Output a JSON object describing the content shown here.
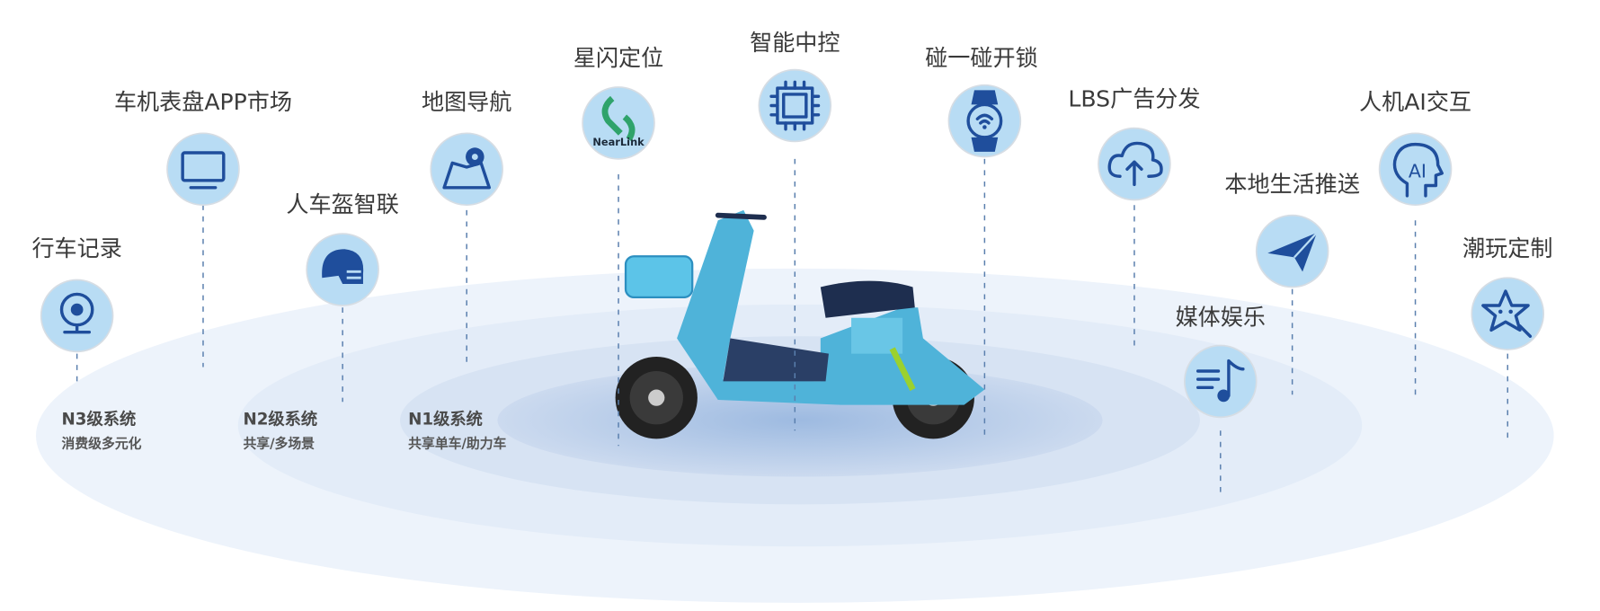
{
  "features": [
    {
      "label": "行车记录",
      "icon": "webcam-icon"
    },
    {
      "label": "车机表盘APP市场",
      "icon": "monitor-icon"
    },
    {
      "label": "人车盔智联",
      "icon": "helmet-icon"
    },
    {
      "label": "地图导航",
      "icon": "map-pin-icon"
    },
    {
      "label": "星闪定位",
      "icon": "nearlink-icon",
      "icon_text": "NearLink"
    },
    {
      "label": "智能中控",
      "icon": "chip-icon"
    },
    {
      "label": "碰一碰开锁",
      "icon": "smartwatch-icon"
    },
    {
      "label": "LBS广告分发",
      "icon": "cloud-upload-icon"
    },
    {
      "label": "本地生活推送",
      "icon": "paper-plane-icon"
    },
    {
      "label": "人机AI交互",
      "icon": "ai-head-icon"
    },
    {
      "label": "媒体娱乐",
      "icon": "music-list-icon"
    },
    {
      "label": "潮玩定制",
      "icon": "star-toy-icon"
    }
  ],
  "levels": [
    {
      "title": "N3级系统",
      "subtitle": "消费级多元化"
    },
    {
      "title": "N2级系统",
      "subtitle": "共享/多场景"
    },
    {
      "title": "N1级系统",
      "subtitle": "共享单车/助力车"
    }
  ],
  "colors": {
    "icon": "#1f4e9c",
    "circle": "#b8dcf4",
    "scooter": "#4fb3d9"
  }
}
